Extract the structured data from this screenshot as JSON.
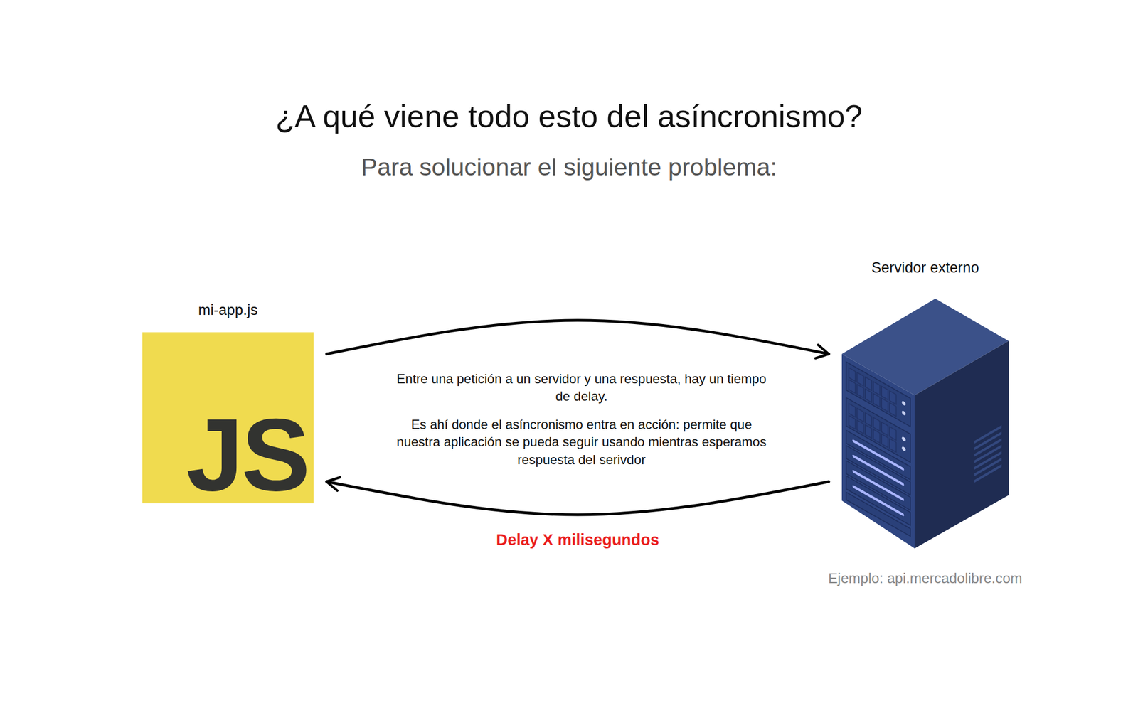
{
  "diagram": {
    "title": "¿A qué viene todo esto del asíncronismo?",
    "nodes": [
      {
        "text": [
          "mi-app.js",
          "JS"
        ]
      },
      {
        "text": [
          "Servidor externo",
          "Ejemplo: api.mercadolibre.com"
        ]
      }
    ],
    "edges": [
      {
        "from": 0,
        "to": 1,
        "arrow": "to"
      },
      {
        "from": 1,
        "to": 0,
        "label": "Delay X milisegundos",
        "arrow": "to"
      }
    ],
    "labels": [
      "Para solucionar el siguiente problema:",
      "Entre una petición a un servidor y una respuesta, hay un tiempo de delay.",
      "Es ahí donde el asíncronismo entra en acción: permite que nuestra aplicación se pueda seguir usando mientras esperamos respuesta del serivdor"
    ]
  }
}
